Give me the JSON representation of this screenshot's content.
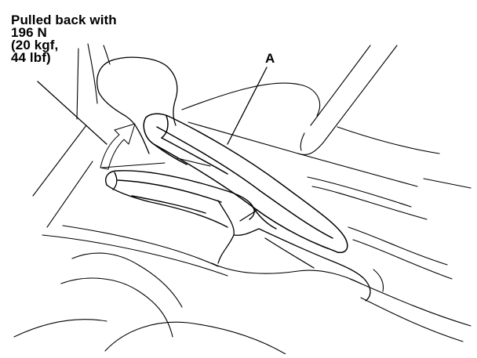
{
  "callout": {
    "line1": "Pulled back with",
    "line2": "196 N",
    "line3": "(20 kgf,",
    "line4": "44 lbf)"
  },
  "part_label": "A",
  "colors": {
    "line": "#000000",
    "background": "#ffffff"
  }
}
